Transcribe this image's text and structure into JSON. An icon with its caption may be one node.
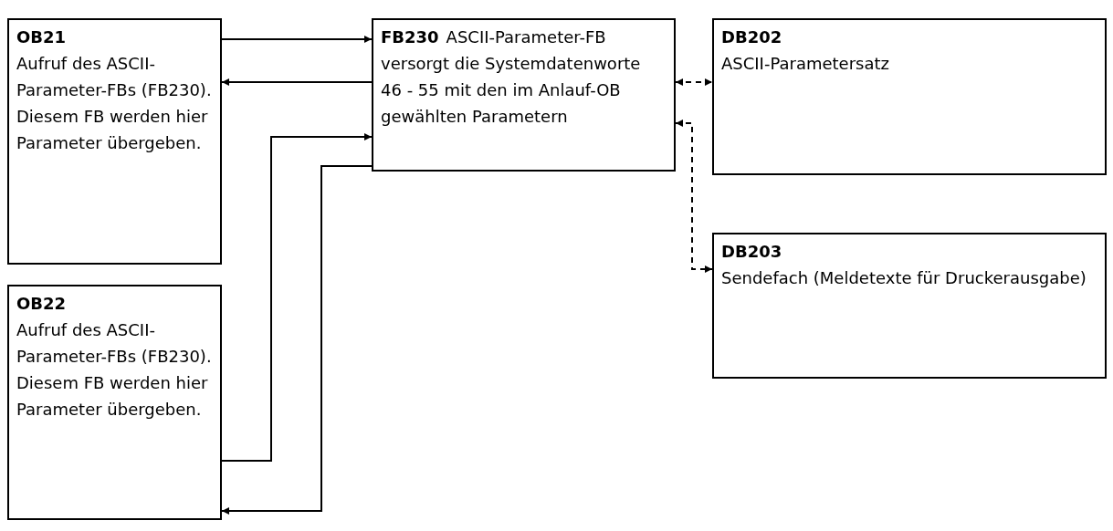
{
  "diagram": {
    "nodes": [
      {
        "text": [
          "OB21",
          "Aufruf des ASCII-Parameter-FBs (FB230). Diesem FB werden hier Parameter übergeben."
        ]
      },
      {
        "text": [
          "OB22",
          "Aufruf des ASCII-Parameter-FBs (FB230). Diesem FB werden hier Parameter übergeben."
        ]
      },
      {
        "text": [
          "FB230",
          "ASCII-Parameter-FB",
          "versorgt die Systemdatenworte 46 - 55 mit den im Anlauf-OB gewählten Parametern"
        ]
      },
      {
        "text": [
          "DB202",
          "ASCII-Parametersatz"
        ]
      },
      {
        "text": [
          "DB203",
          "Sendefach (Meldetexte für Druckerausgabe)"
        ]
      }
    ],
    "edges": [
      {
        "from": 0,
        "to": 2,
        "arrow": "to"
      },
      {
        "from": 2,
        "to": 0,
        "arrow": "to"
      },
      {
        "from": 1,
        "to": 2,
        "arrow": "to"
      },
      {
        "from": 2,
        "to": 1,
        "arrow": "to"
      },
      {
        "from": 2,
        "to": 3,
        "arrow": "both",
        "style": "dashed"
      },
      {
        "from": 2,
        "to": 4,
        "arrow": "both",
        "style": "dashed"
      }
    ]
  }
}
